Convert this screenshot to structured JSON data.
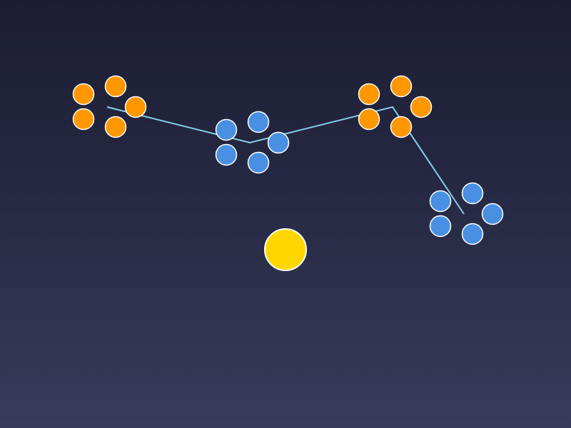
{
  "colors": {
    "background_top": "#1c1d33",
    "background_bottom": "#383c5a",
    "link_line": "#87ceeb",
    "orange_ball": "#ff9800",
    "blue_ball": "#4a90e2",
    "ball_outline": "#ffffff",
    "sun_ball": "#ffd700"
  },
  "clusters": [
    {
      "name": "cluster-orange-1",
      "color": "orange",
      "ball_count": 5
    },
    {
      "name": "cluster-blue-1",
      "color": "blue",
      "ball_count": 5
    },
    {
      "name": "cluster-orange-2",
      "color": "orange",
      "ball_count": 5
    },
    {
      "name": "cluster-blue-2",
      "color": "blue",
      "ball_count": 5
    }
  ],
  "link_path": {
    "connects": [
      "cluster-orange-1",
      "cluster-blue-1",
      "cluster-orange-2",
      "cluster-blue-2"
    ]
  },
  "player": {
    "name": "yellow-ball",
    "color": "sun_ball"
  }
}
